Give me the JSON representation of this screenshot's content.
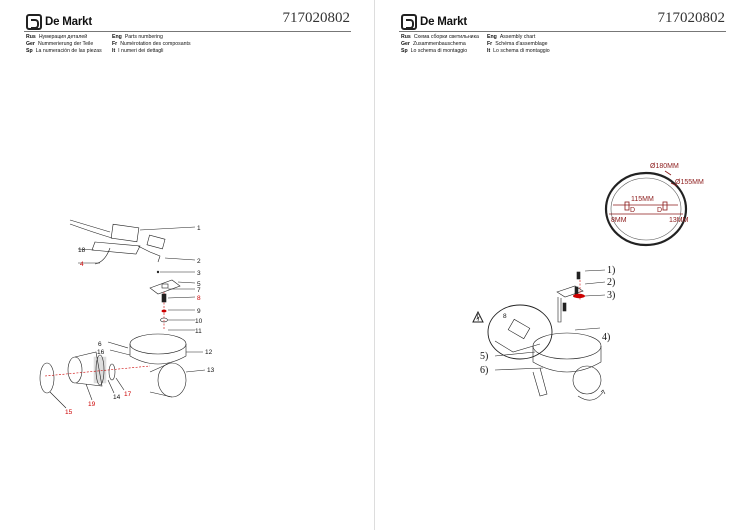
{
  "brand": {
    "logo_text": "De Markt"
  },
  "left_page": {
    "doc_number": "717020802",
    "langs": [
      {
        "code": "Rus",
        "text": "Нумерация деталей"
      },
      {
        "code": "Eng",
        "text": "Parts numbering"
      },
      {
        "code": "Ger",
        "text": "Nummerierung der Teile"
      },
      {
        "code": "Fr",
        "text": "Numérotation des composants"
      },
      {
        "code": "Sp",
        "text": "La numeración de las piezas"
      },
      {
        "code": "It",
        "text": "I numeri dei dettagli"
      }
    ],
    "part_labels": [
      "1",
      "2",
      "3",
      "4",
      "5",
      "6",
      "7",
      "8",
      "9",
      "10",
      "11",
      "12",
      "13",
      "14",
      "15",
      "16",
      "17",
      "18",
      "19"
    ]
  },
  "right_page": {
    "doc_number": "717020802",
    "langs": [
      {
        "code": "Rus",
        "text": "Схема сборки светильника"
      },
      {
        "code": "Eng",
        "text": "Assembly chart"
      },
      {
        "code": "Ger",
        "text": "Zusammenbauschema"
      },
      {
        "code": "Fr",
        "text": "Schéma d'assemblage"
      },
      {
        "code": "Sp",
        "text": "Lo schema di montaggio"
      },
      {
        "code": "It",
        "text": "Lo schema di montaggio"
      }
    ],
    "dimensions": {
      "outer": "Ø180MM",
      "inner": "Ø155MM",
      "span": "115MM",
      "left": "8MM",
      "right": "13MM",
      "d1": "D",
      "d2": "D"
    },
    "steps": [
      "1)",
      "2)",
      "3)",
      "4)",
      "5)",
      "6)"
    ],
    "inset_label": "8"
  }
}
